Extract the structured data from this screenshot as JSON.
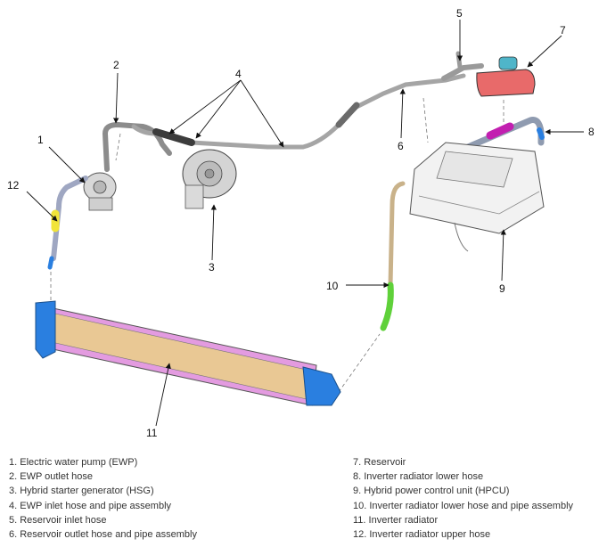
{
  "callouts": [
    "1",
    "2",
    "3",
    "4",
    "5",
    "6",
    "7",
    "8",
    "9",
    "10",
    "11",
    "12"
  ],
  "legend": {
    "left": [
      "1. Electric water pump (EWP)",
      "2. EWP outlet hose",
      "3. Hybrid starter generator (HSG)",
      "4. EWP inlet hose and pipe assembly",
      "5. Reservoir inlet hose",
      "6. Reservoir outlet hose and pipe assembly"
    ],
    "right": [
      "7. Reservoir",
      "8. Inverter radiator lower hose",
      "9. Hybrid power control unit (HPCU)",
      "10. Inverter radiator lower hose and pipe assembly",
      "11. Inverter radiator",
      "12. Inverter radiator upper hose"
    ]
  },
  "colors": {
    "radiator_core": "#e9c894",
    "radiator_frame": "#e39be0",
    "radiator_tank": "#2a7fe0",
    "lower_hose": "#5fd13a",
    "upper_hose": "#f1e43a",
    "reservoir": "#e86a6a",
    "inverter_hose": "#c21fb0",
    "pipe": "#9a9a9a"
  }
}
